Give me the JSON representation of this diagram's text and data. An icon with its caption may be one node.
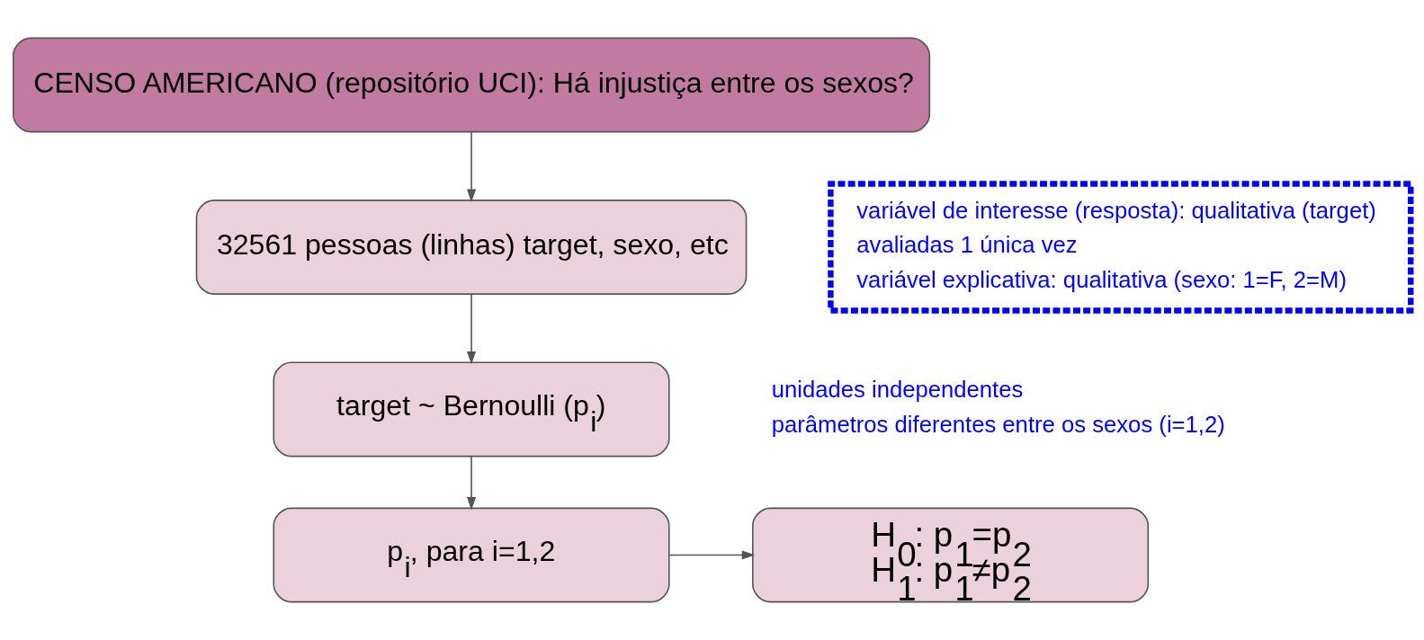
{
  "diagram": {
    "nodes": [
      {
        "text": [
          "CENSO AMERICANO (repositório UCI): Há injustiça entre os sexos?"
        ]
      },
      {
        "text": [
          "32561 pessoas (linhas) target, sexo, etc"
        ]
      },
      {
        "text": [
          "variável de interesse (resposta): qualitativa (target)",
          "avaliadas 1 única vez",
          "variável explicativa: qualitativa (sexo: 1=F, 2=M)"
        ]
      },
      {
        "text": [
          "target ~ Bernoulli (p$_{i}$)"
        ]
      },
      {
        "text": [
          "p$_{i}$, para i=1,2"
        ]
      },
      {
        "text": [
          "H$_{0}$: p$_{1}$=p$_{2}$",
          "H$_{1}$: p$_{1}$≠p$_{2}$"
        ]
      }
    ],
    "edges": [
      {
        "from": 0,
        "to": 1,
        "arrow": "to"
      },
      {
        "from": 1,
        "to": 3,
        "arrow": "to"
      },
      {
        "from": 3,
        "to": 4,
        "arrow": "to"
      },
      {
        "from": 4,
        "to": 5,
        "arrow": "to"
      }
    ],
    "labels": [
      "unidades independentes",
      "parâmetros diferentes entre os sexos (i=1,2)"
    ]
  }
}
